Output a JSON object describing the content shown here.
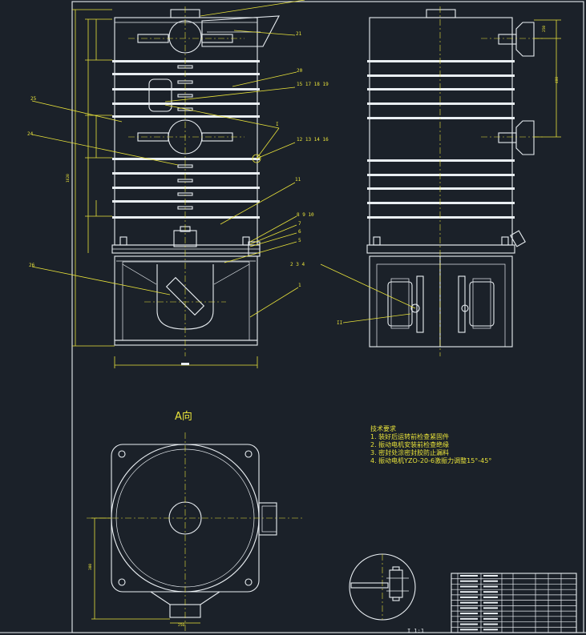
{
  "views": {
    "section_label": "A向",
    "detail_label": "I  1:1",
    "detail_marker": "I",
    "detail_marker_2": "II"
  },
  "part_labels": {
    "p21": "21",
    "p20": "20",
    "p15": "15  17  18  19",
    "p25": "25",
    "p24": "24",
    "p12": "12  13  14  16",
    "p11": "11",
    "p8": "8   9  10",
    "p7": "7",
    "p6": "6",
    "p5": "5",
    "p26": "26",
    "p1": "1",
    "p234": "2   3   4"
  },
  "dimensions": {
    "overall_height": "1620",
    "side_top": "250",
    "side_mid": "400",
    "plan_w": "250",
    "plan_h": "300"
  },
  "notes": {
    "title": "技术要求",
    "line1": "1. 装好后运转前检查紧固件",
    "line2": "2. 振动电机安装前检查绝缘",
    "line3": "3. 密封处涂密封胶防止漏料",
    "line4": "4. 振动电机YZO-20-6激振力调整15°-45°"
  },
  "colors": {
    "background": "#1b2129",
    "drawing": "#e9eef2",
    "annotation": "#e8e23a"
  }
}
